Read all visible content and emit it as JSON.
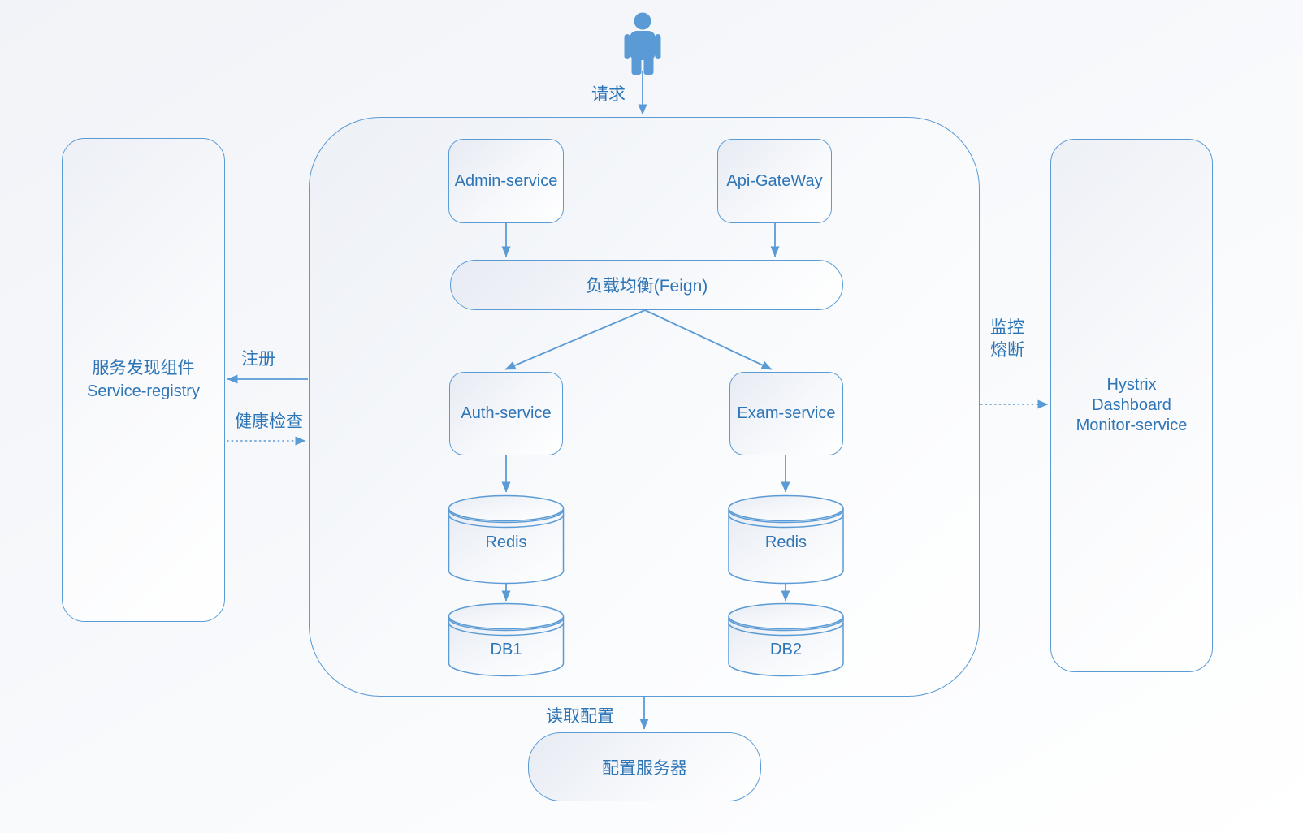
{
  "diagram": {
    "actor": {
      "request_label": "请求"
    },
    "container": {
      "admin_service": "Admin-service",
      "api_gateway": "Api-GateWay",
      "load_balancer": "负载均衡(Feign)",
      "auth_service": "Auth-service",
      "exam_service": "Exam-service",
      "redis_left": "Redis",
      "redis_right": "Redis",
      "db_left": "DB1",
      "db_right": "DB2"
    },
    "registry_panel": {
      "line1": "服务发现组件",
      "line2": "Service-registry"
    },
    "hystrix_panel": {
      "line1": "Hystrix",
      "line2": "Dashboard",
      "line3": "Monitor-service"
    },
    "config_server": {
      "label": "配置服务器"
    },
    "edges": {
      "register": "注册",
      "health_check": "健康检查",
      "monitor_line1": "监控",
      "monitor_line2": "熔断",
      "read_config": "读取配置"
    },
    "colors": {
      "stroke": "#5b9bd5",
      "text": "#2e75b6"
    }
  }
}
